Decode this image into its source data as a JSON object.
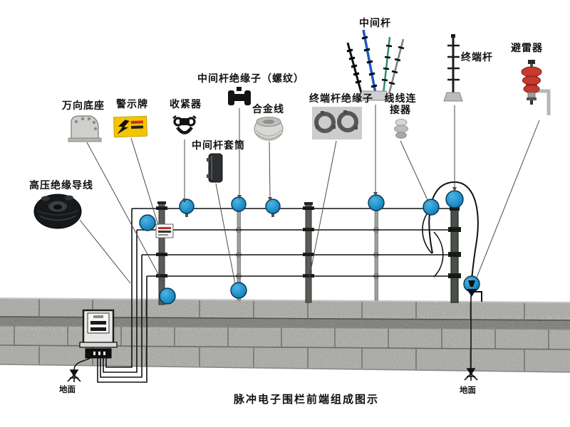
{
  "title": "脉冲电子围栏前端组成图示",
  "labels": {
    "universal_base": "万向底座",
    "warning_sign": "警示牌",
    "tensioner": "收紧器",
    "mid_post_insulator": "中间杆绝缘子（螺纹）",
    "alloy_wire": "合金线",
    "mid_post_sleeve": "中间杆套筒",
    "hv_insulated_wire": "高压绝缘导线",
    "mid_post": "中间杆",
    "end_post_insulator": "终端杆绝缘子",
    "wire_connector_line1": "线线连",
    "wire_connector_line2": "接器",
    "end_post": "终端杆",
    "lightning_arrester": "避雷器",
    "ground_left": "地面",
    "ground_right": "地面"
  },
  "colors": {
    "insulator_blue": "#1e8fc8",
    "arrester_red": "#bf3127",
    "sign_yellow": "#f5c400",
    "wall_gray": "#a8a8a4",
    "wire_black": "#111111"
  }
}
